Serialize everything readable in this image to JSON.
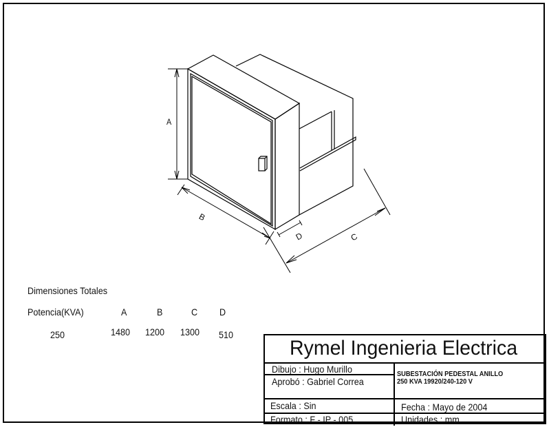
{
  "drawing": {
    "dimension_labels": {
      "a": "A",
      "b": "B",
      "c": "C",
      "d": "D"
    }
  },
  "dimensions_table": {
    "title": "Dimensiones Totales",
    "headers": [
      "Potencia(KVA)",
      "A",
      "B",
      "C",
      "D"
    ],
    "rows": [
      [
        "250",
        "1480",
        "1200",
        "1300",
        "510"
      ]
    ]
  },
  "title_block": {
    "company": "Rymel Ingenieria Electrica",
    "dibujo": "Dibujo : Hugo Murillo",
    "aprobo": "Aprobó : Gabriel Correa",
    "description_line1": "SUBESTACIÓN PEDESTAL ANILLO",
    "description_line2": "250 KVA 19920/240-120 V",
    "escala": "Escala : Sin",
    "fecha": "Fecha : Mayo de 2004",
    "formato": "Formato : F - IP - 005",
    "unidades": "Unidades : mm."
  }
}
